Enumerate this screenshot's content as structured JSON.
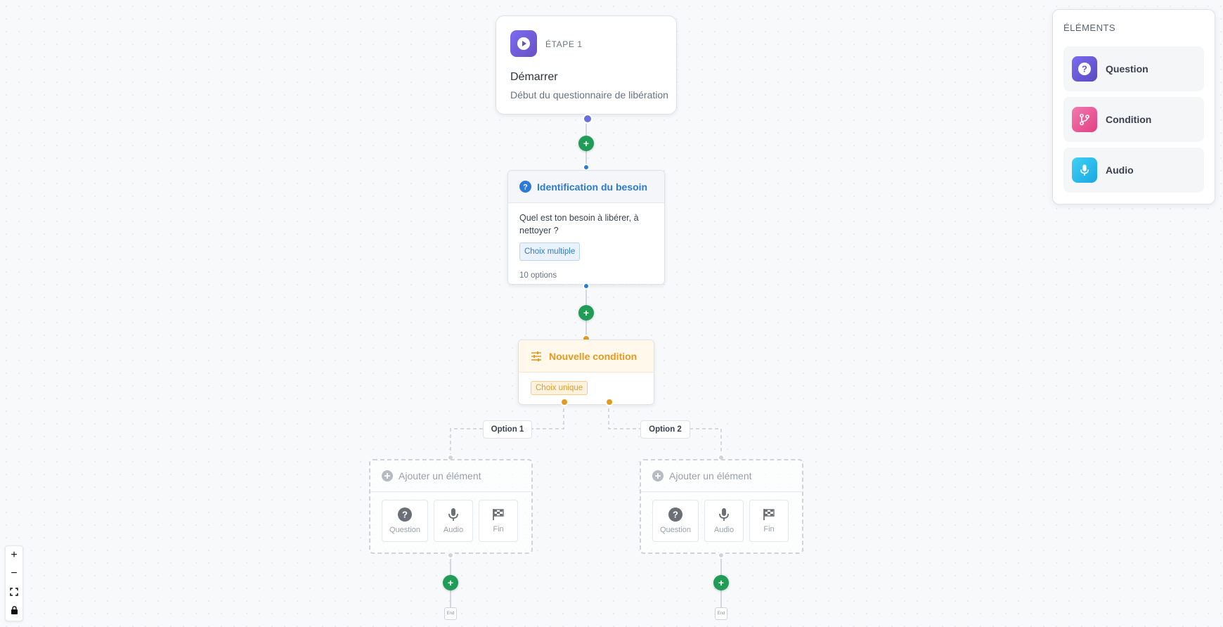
{
  "start": {
    "step_label": "ÉTAPE 1",
    "title": "Démarrer",
    "description": "Début du questionnaire de libération",
    "icon": "play-icon"
  },
  "question_node": {
    "title": "Identification du besoin",
    "text": "Quel est ton besoin à libérer, à nettoyer ?",
    "type_chip": "Choix multiple",
    "count": "10 options",
    "icon": "question-circle-icon"
  },
  "condition_node": {
    "title": "Nouvelle condition",
    "type_chip": "Choix unique",
    "icon": "sliders-icon"
  },
  "branches": [
    {
      "label": "Option 1",
      "placeholder": "Ajouter un élément",
      "choices": [
        "Question",
        "Audio",
        "Fin"
      ],
      "end": "End"
    },
    {
      "label": "Option 2",
      "placeholder": "Ajouter un élément",
      "choices": [
        "Question",
        "Audio",
        "Fin"
      ],
      "end": "End"
    }
  ],
  "panel": {
    "title": "ÉLÉMENTS",
    "items": [
      {
        "label": "Question",
        "icon": "question-icon",
        "color": "#6a5ad6"
      },
      {
        "label": "Condition",
        "icon": "branch-icon",
        "color": "#e84f8f"
      },
      {
        "label": "Audio",
        "icon": "microphone-icon",
        "color": "#22b8e8"
      }
    ]
  },
  "controls": {
    "zoom_in": "+",
    "zoom_out": "−"
  },
  "colors": {
    "add": "#1f9d57",
    "question": "#2b7bd6",
    "condition": "#e39a1e",
    "start_dot": "#6b6fdc"
  }
}
